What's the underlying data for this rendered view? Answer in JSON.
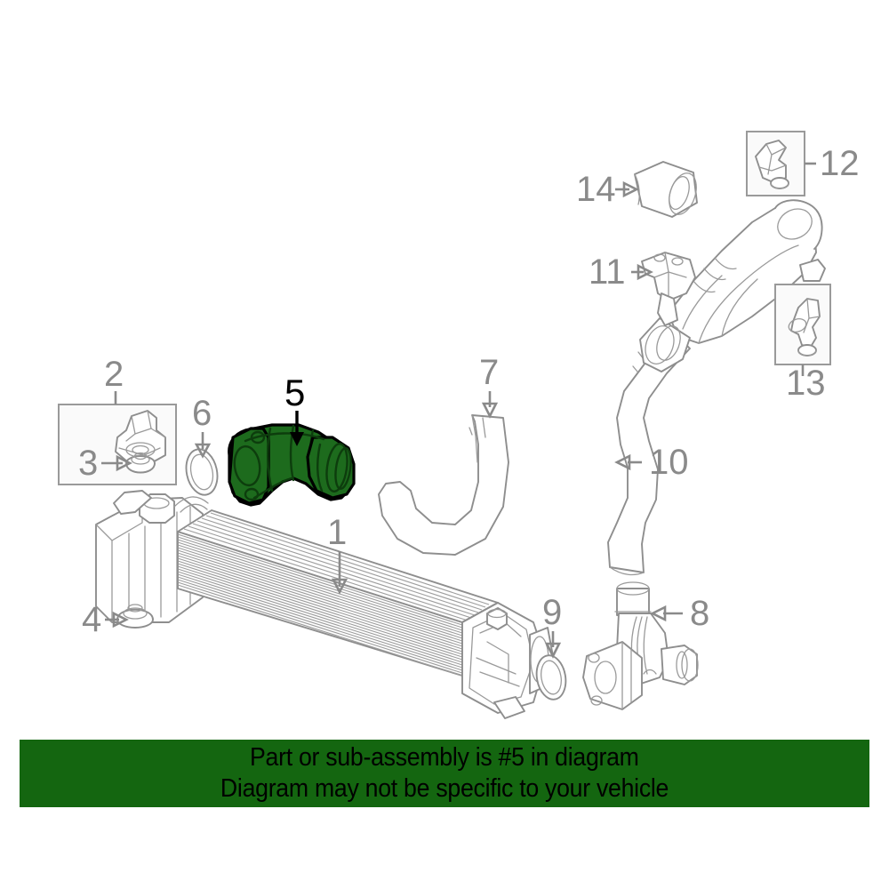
{
  "diagram": {
    "title": "Intercooler and charge air piping exploded diagram",
    "highlighted_part_number": "5",
    "background_color": "#ffffff",
    "line_color": "#8e8e8e",
    "highlight_color": "#1d6b1d",
    "highlight_outline_color": "#000000"
  },
  "callouts": [
    {
      "number": "1",
      "name": "intercooler",
      "highlighted": false
    },
    {
      "number": "2",
      "name": "mounting-bracket-set",
      "highlighted": false
    },
    {
      "number": "3",
      "name": "bracket-grommet",
      "highlighted": false
    },
    {
      "number": "4",
      "name": "lower-mount-cushion",
      "highlighted": false
    },
    {
      "number": "5",
      "name": "charge-air-elbow-pipe",
      "highlighted": true
    },
    {
      "number": "6",
      "name": "o-ring-seal-upper",
      "highlighted": false
    },
    {
      "number": "7",
      "name": "charge-air-hose-u-shape",
      "highlighted": false
    },
    {
      "number": "8",
      "name": "outlet-connector-fitting",
      "highlighted": false
    },
    {
      "number": "9",
      "name": "o-ring-seal-lower",
      "highlighted": false
    },
    {
      "number": "10",
      "name": "charge-air-hose-long",
      "highlighted": false
    },
    {
      "number": "11",
      "name": "air-duct-bracket",
      "highlighted": false
    },
    {
      "number": "12",
      "name": "charge-air-sensor-upper",
      "highlighted": false
    },
    {
      "number": "13",
      "name": "charge-air-sensor-lower",
      "highlighted": false
    },
    {
      "number": "14",
      "name": "rubber-sleeve-boot",
      "highlighted": false
    }
  ],
  "banner": {
    "background_color": "#146610",
    "text_color": "#000000",
    "line1": "Part or sub-assembly is #5 in diagram",
    "line2": "Diagram may not be specific to your vehicle"
  }
}
